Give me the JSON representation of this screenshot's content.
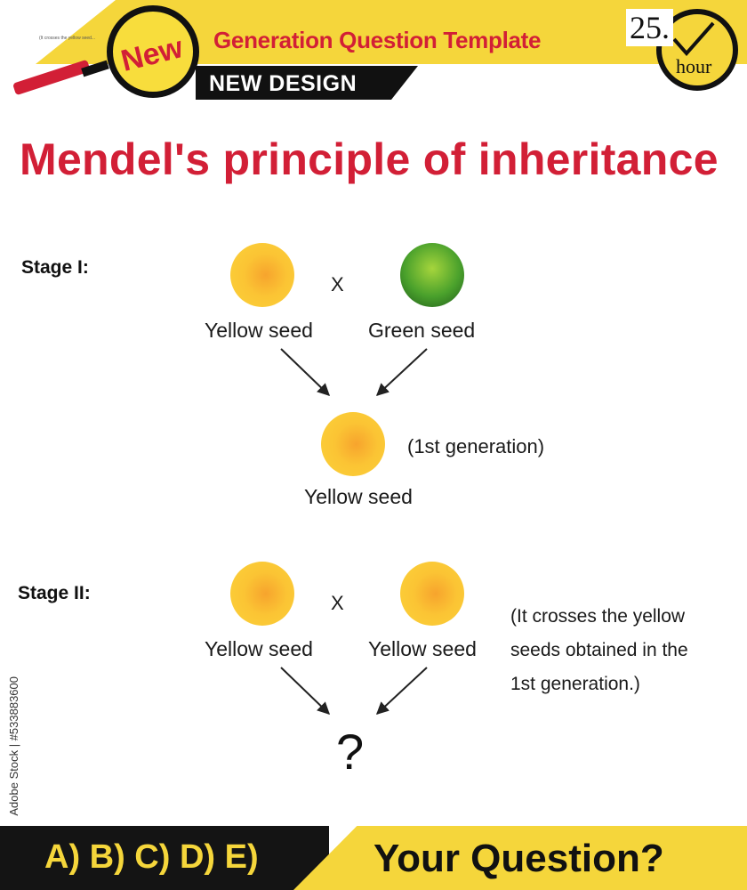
{
  "header": {
    "tiny_note": "(It crosses the yellow seed...",
    "badge": "New",
    "title": "Generation Question Template",
    "subtitle": "NEW DESIGN",
    "time_value": "25.",
    "time_unit": "hour"
  },
  "main_title": "Mendel's principle of inheritance",
  "stage1": {
    "label": "Stage I:",
    "parent_left": "Yellow seed",
    "parent_right": "Green seed",
    "cross": "X",
    "offspring": "Yellow seed",
    "offspring_note": "(1st generation)"
  },
  "stage2": {
    "label": "Stage II:",
    "parent_left": "Yellow seed",
    "parent_right": "Yellow seed",
    "cross": "X",
    "note_lines": [
      "(It crosses the yellow",
      "seeds obtained in the",
      "1st generation.)"
    ],
    "result": "?"
  },
  "footer": {
    "answers": "A) B) C) D) E)",
    "question": "Your Question?"
  },
  "stock_id": "Adobe Stock | #533883600",
  "colors": {
    "brand_red": "#d21f36",
    "brand_yellow": "#f5d63b",
    "seed_yellow": "#fbc434",
    "seed_green": "#4aa12c"
  }
}
